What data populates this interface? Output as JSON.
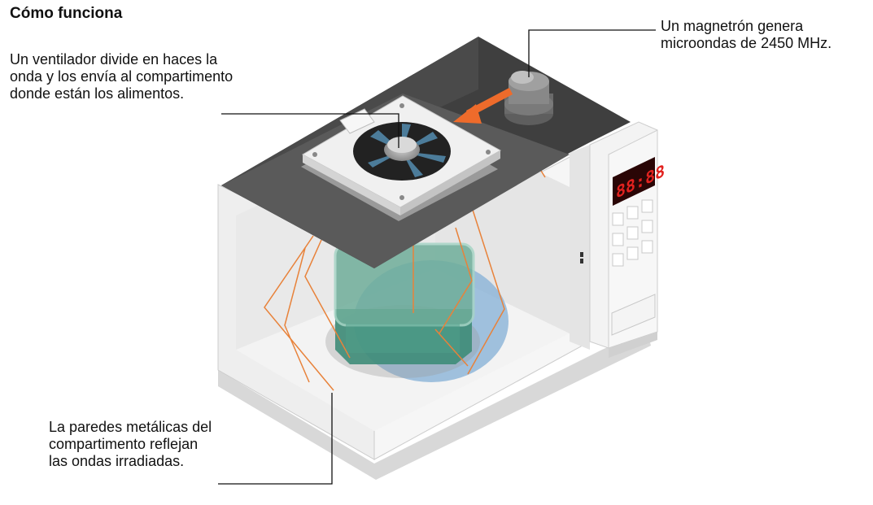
{
  "title": "Cómo funciona",
  "callouts": {
    "magnetron": [
      "Un magnetrón genera",
      "microondas de 2450 MHz."
    ],
    "fan": [
      "Un ventilador divide en haces la",
      "onda y los envía al compartimento",
      "donde están los alimentos."
    ],
    "walls": [
      "La paredes metálicas del",
      "compartimento reflejan",
      "las ondas irradiadas."
    ]
  },
  "display": {
    "text": "88:88"
  },
  "colors": {
    "wave": "#e8823a",
    "arrow": "#ee6b2b",
    "display_digits": "#e2221f",
    "container": "#4fa08a",
    "plate": "#8fb6d8",
    "roof": "#555555"
  }
}
